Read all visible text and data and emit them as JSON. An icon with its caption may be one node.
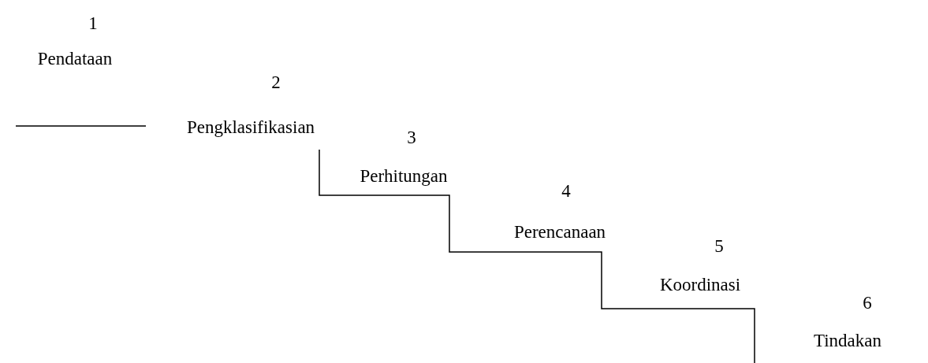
{
  "diagram": {
    "labels": [
      "1",
      "Pendataan",
      "2",
      "Pengklasifikasian",
      "3",
      "Perhitungan",
      "4",
      "Perencanaan",
      "5",
      "Koordinasi",
      "6",
      "Tindakan"
    ]
  }
}
